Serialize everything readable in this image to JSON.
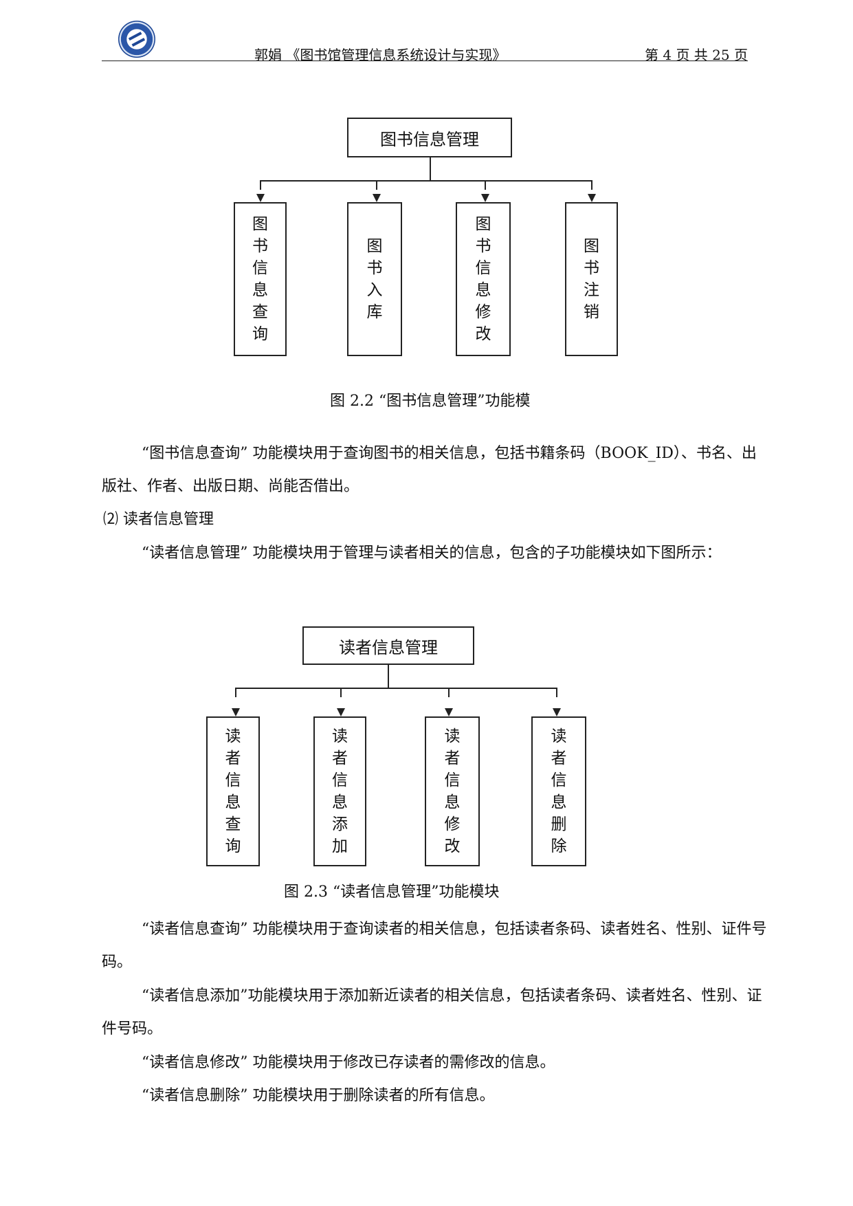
{
  "header": {
    "left": "郭娟 《图书馆管理信息系统设计与实现》",
    "right": "第 4 页 共 25 页"
  },
  "figure1": {
    "root": "图书信息管理",
    "children": [
      "图书信息查询",
      "图书入库",
      "图书信息修改",
      "图书注销"
    ],
    "caption": "图 2.2 “图书信息管理”功能模"
  },
  "paragraphs": {
    "p1": "“图书信息查询” 功能模块用于查询图书的相关信息，包括书籍条码（BOOK_ID）、书名、出版社、作者、出版日期、尚能否借出。",
    "p2": "⑵ 读者信息管理",
    "p3": "“读者信息管理” 功能模块用于管理与读者相关的信息，包含的子功能模块如下图所示：",
    "p4": "“读者信息查询” 功能模块用于查询读者的相关信息，包括读者条码、读者姓名、性别、证件号码。",
    "p5": "“读者信息添加”功能模块用于添加新近读者的相关信息，包括读者条码、读者姓名、性别、证件号码。",
    "p6": "“读者信息修改” 功能模块用于修改已存读者的需修改的信息。",
    "p7": "“读者信息删除” 功能模块用于删除读者的所有信息。"
  },
  "figure2": {
    "root": "读者信息管理",
    "children": [
      "读者信息查询",
      "读者信息添加",
      "读者信息修改",
      "读者信息删除"
    ],
    "caption": "图 2.3 “读者信息管理”功能模块"
  }
}
